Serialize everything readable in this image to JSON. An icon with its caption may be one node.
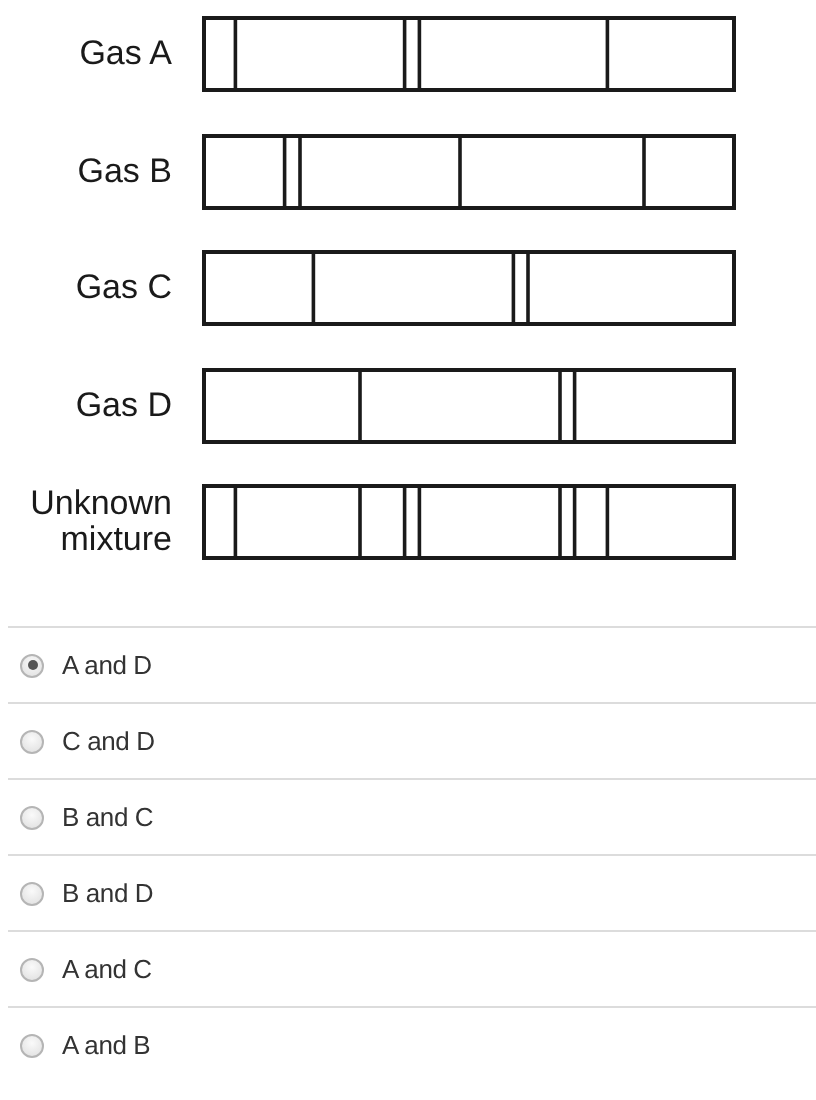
{
  "diagram": {
    "labels": [
      "Gas A",
      "Gas B",
      "Gas C",
      "Gas D",
      "Unknown mixture",
      "A and D",
      "C and D",
      "B and C",
      "B and D",
      "A and C",
      "A and B"
    ]
  }
}
